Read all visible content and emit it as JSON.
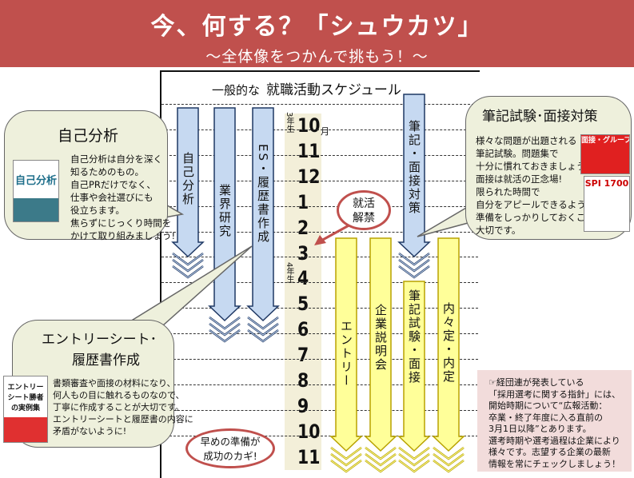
{
  "header": {
    "title": "今、何する？「シュウカツ」",
    "subtitle": "～全体像をつかんで挑もう！～"
  },
  "chart": {
    "title_prefix": "一般的な",
    "title": "就職活動スケジュール",
    "months": [
      "10",
      "11",
      "12",
      "1",
      "2",
      "3",
      "4",
      "5",
      "6",
      "7",
      "8",
      "9",
      "10",
      "11"
    ],
    "month_suffix": "月",
    "year3": "3年生",
    "year4": "4年生",
    "activities": [
      "自己分析",
      "業界研究",
      "ES・履歴書作成",
      "筆記・面接対策",
      "エントリー",
      "企業説明会",
      "筆記試験・面接",
      "内々定・内定"
    ],
    "colors": {
      "prep": "#c6d9f1",
      "selection": "#ffff99",
      "header": "#c0504d"
    }
  },
  "bubbles": {
    "self": {
      "title": "自己分析",
      "text": [
        "自己分析は自分を深く",
        "知るためのもの。",
        "自己PRだけでなく、",
        "仕事や会社選びにも",
        "役立ちます。",
        "焦らずにじっくり時間を",
        "かけて取り組みましょう!"
      ],
      "book": "自己分析"
    },
    "test": {
      "title": "筆記試験･面接対策",
      "text": [
        "様々な問題が出題される",
        "筆記試験。問題集で",
        "十分に慣れておきましょう!",
        "面接は就活の正念場!",
        "限られた時間で",
        "自分をアピールできるように、",
        "準備をしっかりしておくことが",
        "大切です。"
      ],
      "book1": "面接・グループ",
      "book2": "SPI 1700"
    },
    "entry": {
      "title1": "エントリーシート･",
      "title2": "履歴書作成",
      "text": [
        "書類審査や面接の材料になり、",
        "何人もの目に触れるものなので、",
        "丁寧に作成することが大切です。",
        "エントリーシートと履歴書の内容に",
        "矛盾がないように!"
      ],
      "book": "エントリーシート勝者の実例集"
    }
  },
  "callouts": {
    "kaikin": "就活解禁",
    "early": "早めの準備が成功のカギ!"
  },
  "note": [
    "☞経団連が発表している",
    "「採用選考に関する指針」には、",
    "開始時期について“広報活動：",
    "卒業・終了年度に入る直前の",
    "3月1日以降”とあります。",
    "選考時期や選考過程は企業により",
    "様々です。志望する企業の最新",
    "情報を常にチェックしましょう！"
  ]
}
